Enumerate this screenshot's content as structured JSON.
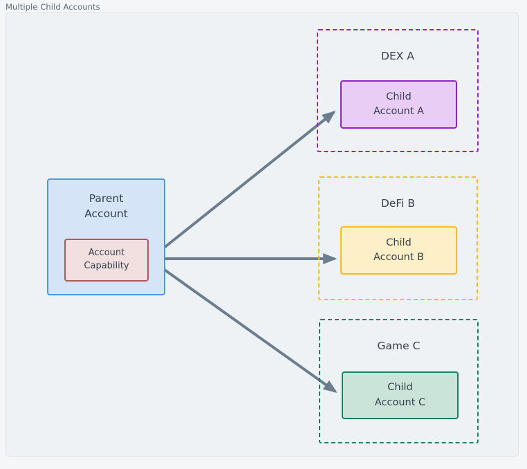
{
  "diagram": {
    "title": "Multiple Child Accounts",
    "background_color": "#eef2f5",
    "frame_border_color": "#dde4ea",
    "title_color": "#5b6b7c",
    "arrow_color": "#6b7d8f"
  },
  "parent": {
    "label_line1": "Parent",
    "label_line2": "Account",
    "fill_color": "#d6e4f7",
    "border_color": "#4a97e8",
    "capability": {
      "label_line1": "Account",
      "label_line2": "Capability",
      "fill_color": "#f2dfdf",
      "border_color": "#b4585a"
    }
  },
  "groups": [
    {
      "name": "dex",
      "label": "DEX A",
      "border_color": "#8e24c9",
      "child": {
        "label_line1": "Child",
        "label_line2": "Account A",
        "fill_color": "#e9cdf5",
        "border_color": "#8e24c9"
      }
    },
    {
      "name": "defi",
      "label": "DeFi B",
      "border_color": "#f5bb2a",
      "child": {
        "label_line1": "Child",
        "label_line2": "Account B",
        "fill_color": "#fdf0c8",
        "border_color": "#f5bb2a"
      }
    },
    {
      "name": "game",
      "label": "Game C",
      "border_color": "#1d7f63",
      "child": {
        "label_line1": "Child",
        "label_line2": "Account C",
        "fill_color": "#cbe4da",
        "border_color": "#1d7f63"
      }
    }
  ],
  "connections": [
    {
      "name": "capability-to-child-a",
      "from": "Account Capability",
      "to": "Child Account A"
    },
    {
      "name": "capability-to-child-b",
      "from": "Account Capability",
      "to": "Child Account B"
    },
    {
      "name": "capability-to-child-c",
      "from": "Account Capability",
      "to": "Child Account C"
    }
  ]
}
